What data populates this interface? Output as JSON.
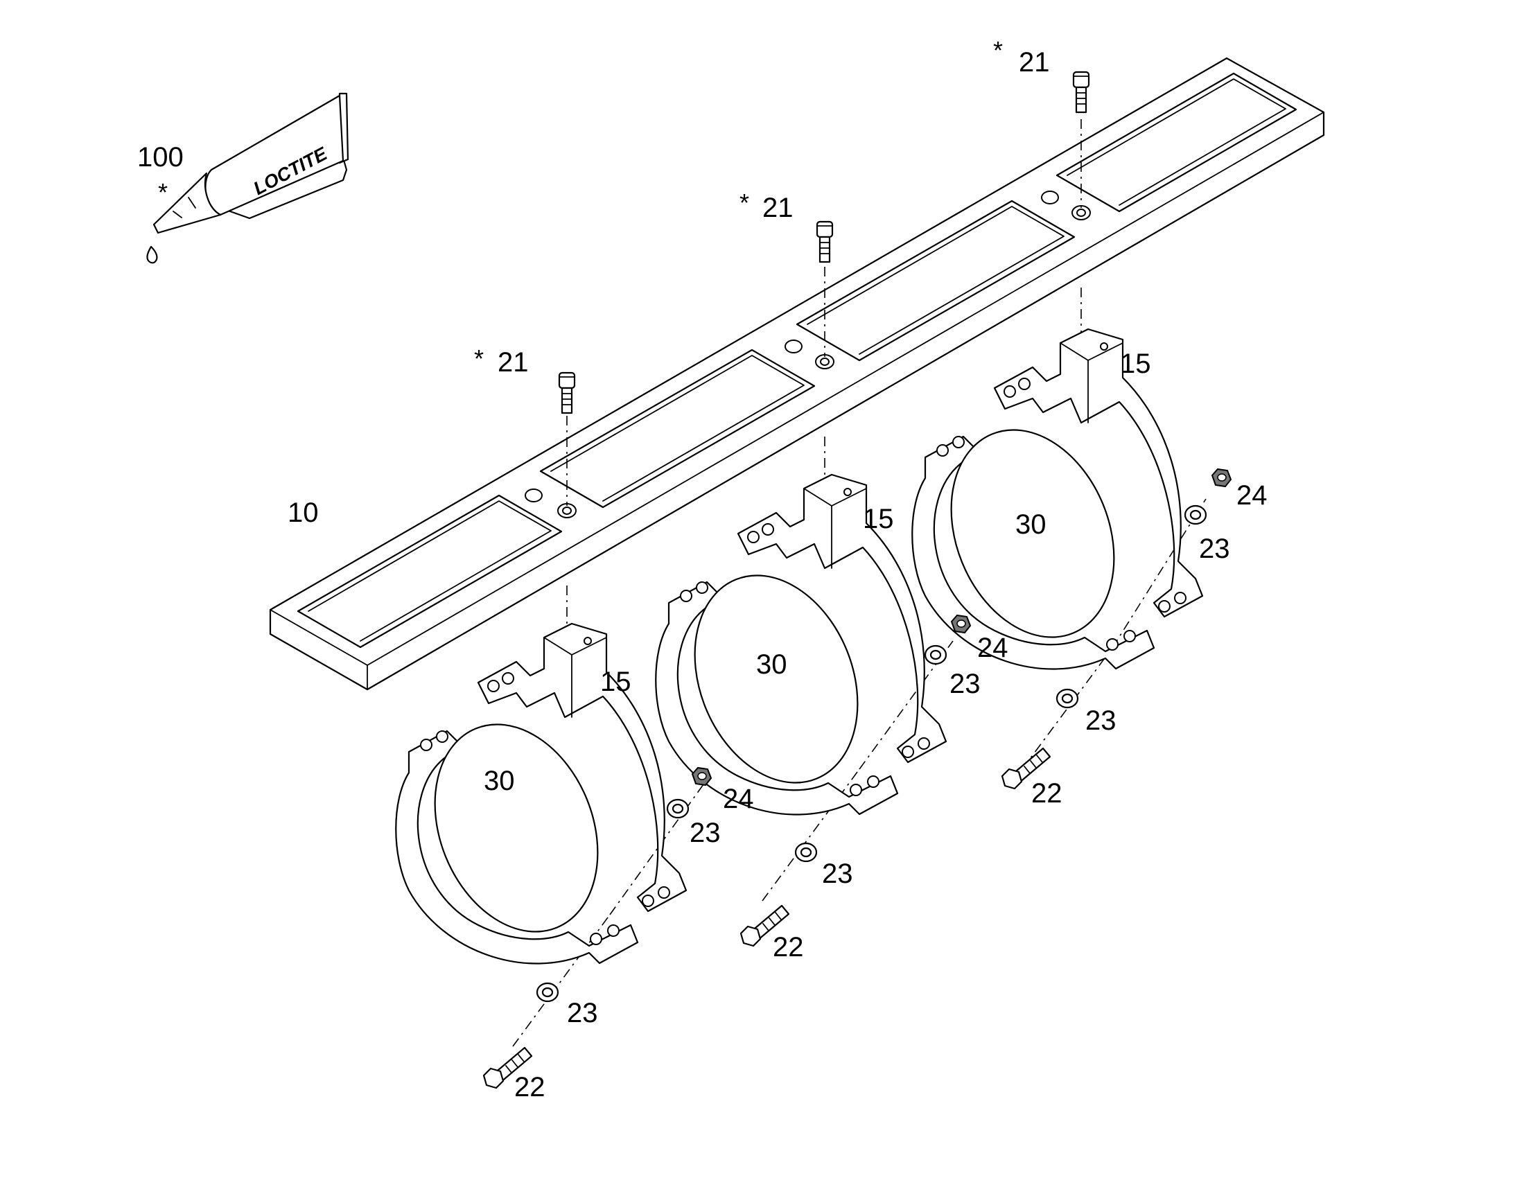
{
  "tube": {
    "brand": "LOCTITE"
  },
  "callouts": {
    "adhesive": "100",
    "rail": "10",
    "clamp_upper": "15",
    "clamp_lower": "30",
    "screw_top": "21",
    "bolt": "22",
    "washer": "23",
    "nut": "24",
    "asterisk": "*"
  }
}
